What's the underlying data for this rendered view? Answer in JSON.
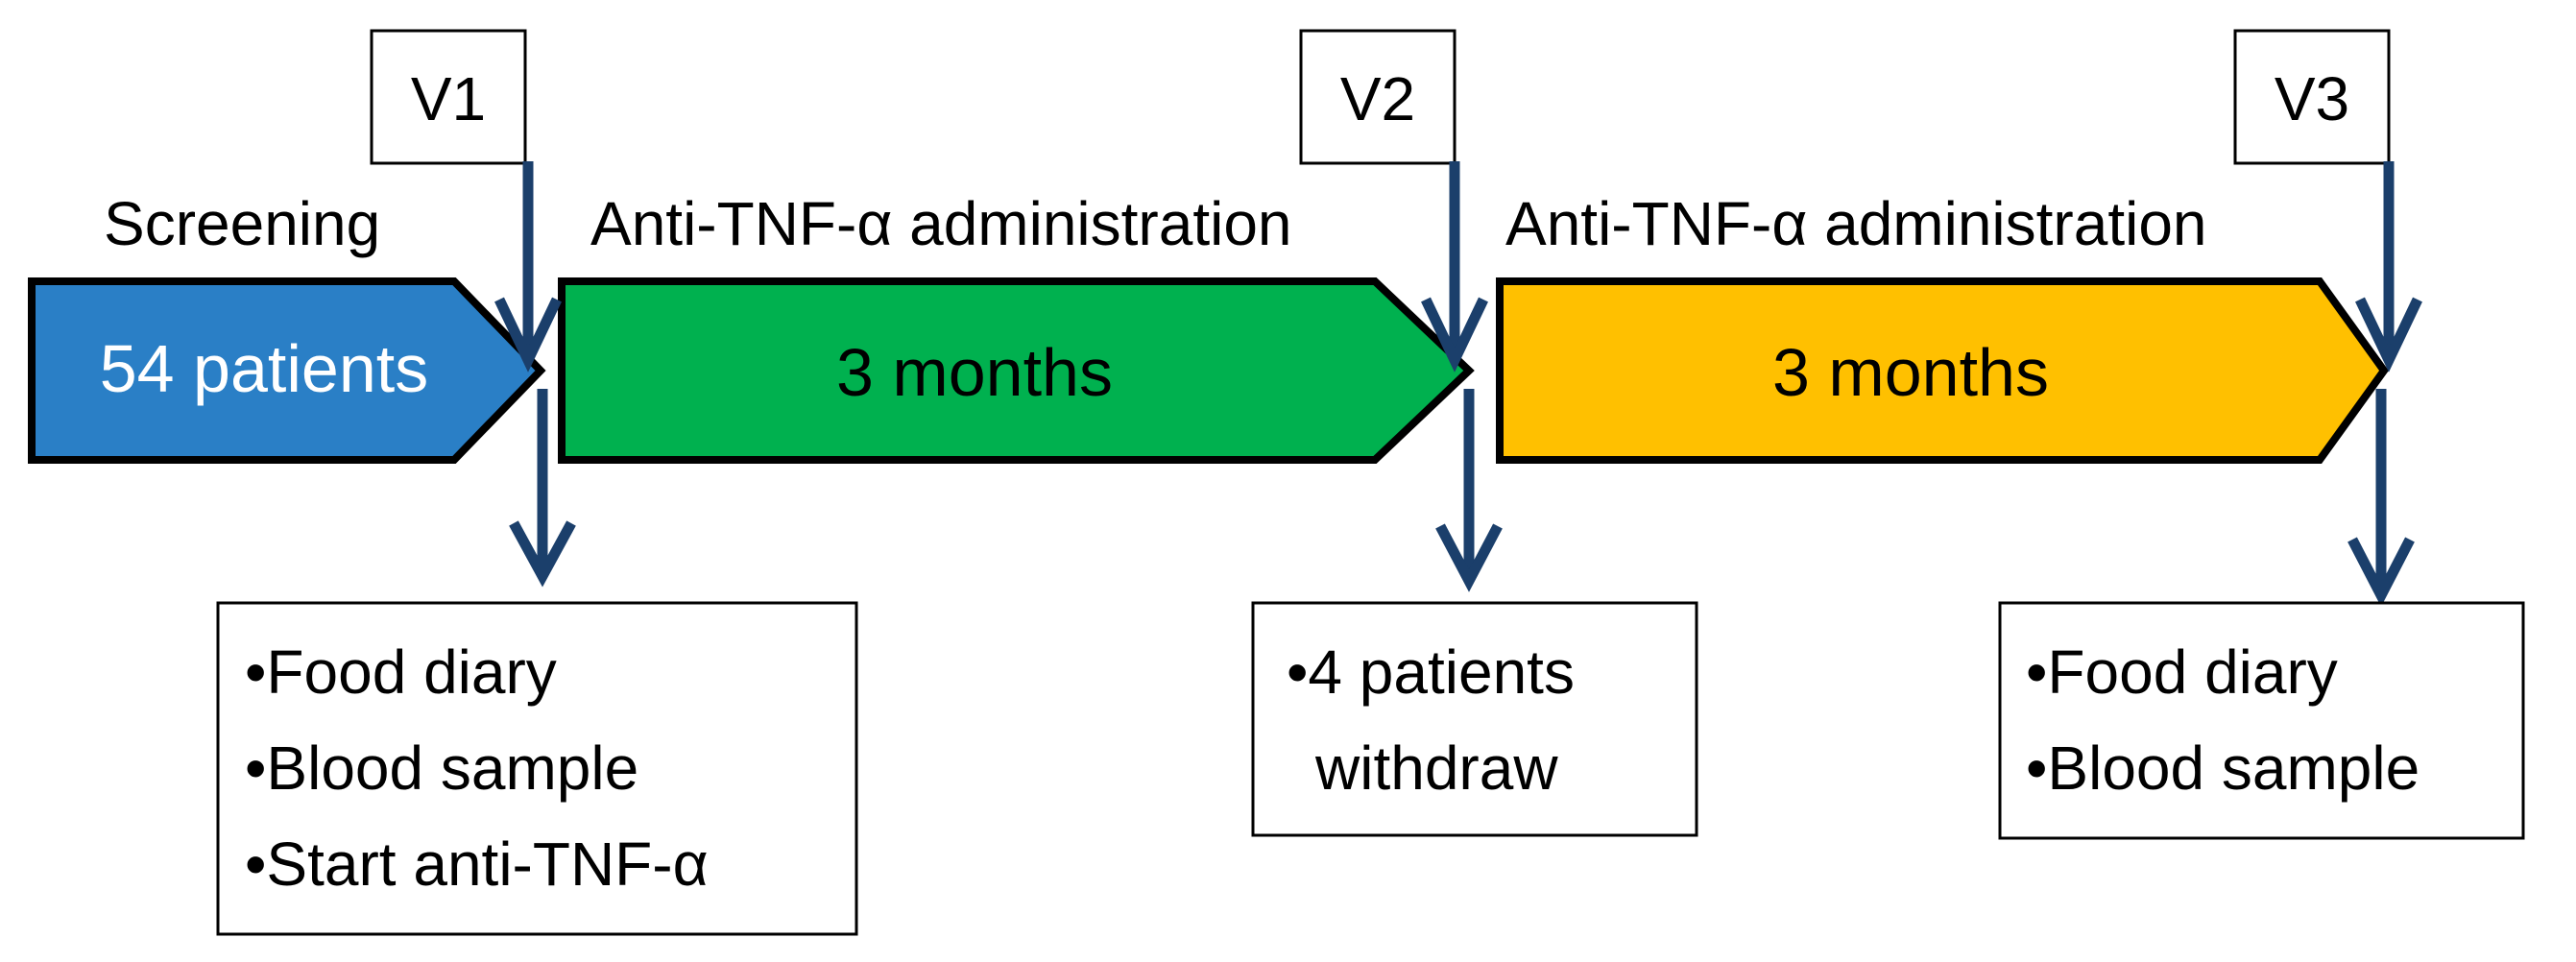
{
  "colors": {
    "screening": "#2A7FC6",
    "phase1": "#00B14F",
    "phase2": "#FFC000",
    "arrow": "#1B3F6B",
    "outline": "#000000"
  },
  "visits": [
    "V1",
    "V2",
    "V3"
  ],
  "phase_labels": {
    "screening": "Screening",
    "admin1": "Anti-TNF-α administration",
    "admin2": "Anti-TNF-α administration"
  },
  "arrows": {
    "screening_text": "54 patients",
    "phase1_text": "3 months",
    "phase2_text": "3 months"
  },
  "notes": {
    "v1": [
      "•Food diary",
      "•Blood sample",
      "•Start anti-TNF-α"
    ],
    "v2": [
      "•4 patients",
      "withdraw"
    ],
    "v3": [
      "•Food diary",
      "•Blood sample"
    ]
  }
}
